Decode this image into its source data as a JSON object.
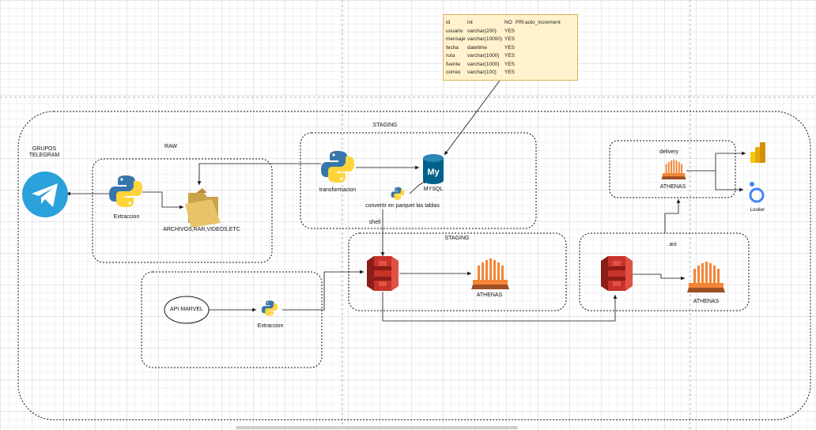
{
  "labels": {
    "grupos_telegram_1": "GRUPOS",
    "grupos_telegram_2": "TELEGRAM",
    "raw": "RAW",
    "extraccion_top": "Extraccion",
    "archivos": "ARCHIVOS,RAR,VIDEOS,ETC",
    "staging_top": "STAGING",
    "transformacion": "transformacion",
    "mysql": "MYSQL",
    "convertir": "convertir en parquet las tablas",
    "shell": "shell",
    "staging_mid": "STAGING",
    "athenas_mid": "ATHENAS",
    "api_marvel": "API MARVEL",
    "extraccion_bottom": "Extraccion",
    "ani": "ani",
    "athenas_right": "ATHENAS",
    "delivery": "delivery",
    "athenas_delivery": "ATHENAS",
    "looker": "Looker"
  },
  "db_table": {
    "rows": [
      [
        "id",
        "int",
        "NO",
        "PRI",
        "auto_increment"
      ],
      [
        "usuario",
        "varchar(200)",
        "YES",
        "",
        ""
      ],
      [
        "mensaje",
        "varchar(10000)",
        "YES",
        "",
        ""
      ],
      [
        "fecha",
        "datetime",
        "YES",
        "",
        ""
      ],
      [
        "ruta",
        "varchar(1000)",
        "YES",
        "",
        ""
      ],
      [
        "fuente",
        "varchar(1000)",
        "YES",
        "",
        ""
      ],
      [
        "correo",
        "varchar(100)",
        "YES",
        "",
        ""
      ]
    ]
  },
  "colors": {
    "telegram": "#2aa1da",
    "python_blue": "#3776ab",
    "python_yellow": "#ffd43b",
    "s3_red": "#c7332b",
    "athena_orange": "#f58536",
    "mysql_blue": "#00618a",
    "powerbi_yellow": "#f2c811",
    "looker_blue": "#4285f4",
    "folder": "#e8c36a",
    "table_bg": "#fff2cc"
  },
  "icons": [
    "telegram-icon",
    "python-icon",
    "folder-icon",
    "mysql-icon",
    "s3-bucket-icon",
    "athena-icon",
    "power-bi-icon",
    "looker-icon"
  ]
}
